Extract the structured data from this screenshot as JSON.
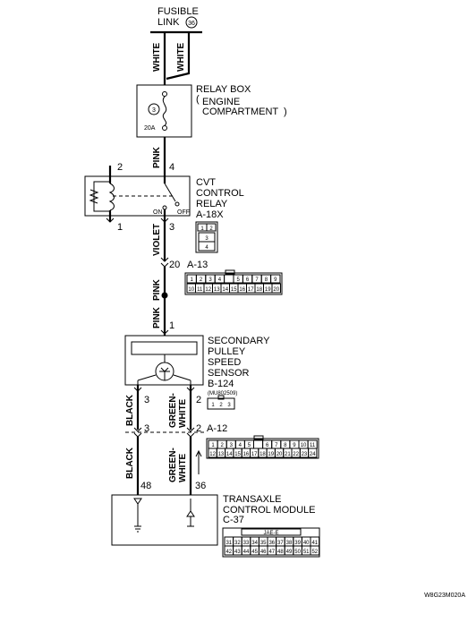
{
  "fusible_link": {
    "label_line1": "FUSIBLE",
    "label_line2": "LINK",
    "number": "36"
  },
  "wire_colors": {
    "white_left": "WHITE",
    "white_right": "WHITE",
    "pink_1": "PINK",
    "violet": "VIOLET",
    "pink_2": "PINK",
    "pink_3": "PINK",
    "black_1": "BLACK",
    "green_white_1_a": "GREEN-",
    "green_white_1_b": "WHITE",
    "black_2": "BLACK",
    "green_white_2_a": "GREEN-",
    "green_white_2_b": "WHITE"
  },
  "relay_box": {
    "title": "RELAY BOX",
    "sub_line1": "ENGINE",
    "sub_line2": "COMPARTMENT",
    "fuse_number": "3",
    "fuse_rating": "20A"
  },
  "cvt_relay": {
    "line1": "CVT",
    "line2": "CONTROL",
    "line3": "RELAY",
    "connector": "A-18X",
    "pin_2": "2",
    "pin_4": "4",
    "pin_1": "1",
    "pin_3": "3",
    "switch_on": "ON",
    "switch_off": "OFF",
    "conn_cells": [
      "1",
      "2",
      "3",
      "4"
    ]
  },
  "junction_a13": {
    "pin": "20",
    "connector": "A-13",
    "cells_row1": [
      "1",
      "2",
      "3",
      "4",
      "",
      "5",
      "6",
      "7",
      "8",
      "9"
    ],
    "cells_row2": [
      "10",
      "11",
      "12",
      "13",
      "14",
      "15",
      "16",
      "17",
      "18",
      "19",
      "20"
    ]
  },
  "sensor": {
    "line1": "SECONDARY",
    "line2": "PULLEY",
    "line3": "SPEED",
    "line4": "SENSOR",
    "connector": "B-124",
    "part_number": "(MU802509)",
    "pin_1": "1",
    "pin_3": "3",
    "pin_2": "2",
    "conn_cells": [
      "1",
      "2",
      "3"
    ]
  },
  "junction_a12": {
    "pin_left": "3",
    "pin_right": "2",
    "connector": "A-12",
    "cells_row1": [
      "1",
      "2",
      "3",
      "4",
      "5",
      "",
      "6",
      "7",
      "8",
      "9",
      "10",
      "11"
    ],
    "cells_row2": [
      "12",
      "13",
      "14",
      "15",
      "16",
      "17",
      "18",
      "19",
      "20",
      "21",
      "22",
      "23",
      "24"
    ]
  },
  "tcm": {
    "line1": "TRANSAXLE",
    "line2": "CONTROL MODULE",
    "connector": "C-37",
    "pin_left": "48",
    "pin_right": "36",
    "header": "JAE-E",
    "cells_row1": [
      "31",
      "32",
      "33",
      "34",
      "35",
      "36",
      "37",
      "38",
      "39",
      "40",
      "41"
    ],
    "cells_row2": [
      "42",
      "43",
      "44",
      "45",
      "46",
      "47",
      "48",
      "49",
      "50",
      "51",
      "52"
    ]
  },
  "figure_code": "W8G23M020A"
}
